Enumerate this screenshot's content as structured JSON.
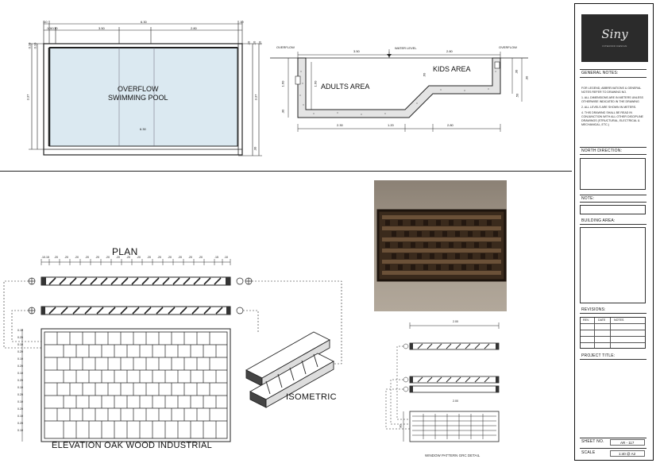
{
  "pool_plan": {
    "top_dims": [
      ".10",
      ".10",
      "3.50",
      "2.80",
      ".10"
    ],
    "total_width": "6.30",
    "bottom_width": "6.30",
    "left_height": "3.37",
    "right_height": "3.37",
    "small_dims": [
      "0.10",
      "0.10",
      ".10",
      ".10",
      ".10",
      ".10",
      ".10",
      ".30"
    ],
    "title_line1": "OVERFLOW",
    "title_line2": "SWIMMING POOL"
  },
  "pool_section": {
    "overflow_left": "OVERFLOW",
    "overflow_right": "OVERFLOW",
    "water_level": "WATER LEVEL",
    "top_dims": [
      "3.50",
      "2.80"
    ],
    "adults_area": "ADULTS AREA",
    "kids_area": "KIDS AREA",
    "bottom_dims": [
      "2.30",
      "1.20",
      "2.80"
    ],
    "side_dims": [
      "1.60",
      "1.60",
      ".30",
      ".60",
      ".30",
      ".50",
      ".30"
    ]
  },
  "plan_view": {
    "label": "PLAN",
    "dims": [
      ".10",
      ".15",
      ".20",
      ".20",
      ".20",
      ".20",
      ".20",
      ".20",
      ".20",
      ".20",
      ".20",
      ".20",
      ".20",
      ".20",
      ".20",
      ".20",
      ".20",
      ".15",
      ".10"
    ]
  },
  "elevation": {
    "left_dims": [
      "0.10",
      "0.20",
      "0.10",
      "0.20",
      "0.10",
      "0.20",
      "0.10",
      "0.20",
      "0.10",
      "0.20",
      "0.10",
      "0.20",
      "0.10",
      "0.20",
      "0.10"
    ],
    "label": "ELEVATION OAK WOOD INDUSTRIAL"
  },
  "isometric": {
    "label": "ISOMETRIC"
  },
  "grc_detail": {
    "top_dim": "2.00",
    "mid_dim": "2.00",
    "side_dim": ".80",
    "caption": "WINDOW PATTERN GRC DETAIL"
  },
  "title_block": {
    "logo_text": "Siny",
    "logo_tagline": "INTERIOR DESIGN",
    "general_notes_label": "GENERAL NOTES:",
    "notes": [
      "FOR LEGEND, ABBREVIATIONS & GENERAL NOTES REFER TO DRAWING NO.",
      "1.   ALL DIMENSIONS ARE IN METERS UNLESS OTHERWISE INDICATED IN THE DRAWING",
      "2.   ALL LEVELS ARE SHOWN IN METERS.",
      "4.   THIS DRAWING SHALL BE READ IN CONJUNCTION WITH ALL OTHER DISCIPLINE DRAWINGS (STRUCTURAL, ELECTRICAL & MECHANICAL, ETC.)"
    ],
    "north_label": "NORTH DIRECTION:",
    "note_label": "NOTE:",
    "building_area_label": "BUILDING AREA:",
    "revisions_label": "REVISIONS:",
    "rev_cols": [
      "REV.",
      "DATE",
      "NOTES"
    ],
    "project_title_label": "PROJECT TITLE:",
    "sheet_no_label": "SHEET NO.",
    "sheet_no": "AR - 117",
    "scale_label": "SCALE",
    "scale": "1:40 @ A2"
  }
}
